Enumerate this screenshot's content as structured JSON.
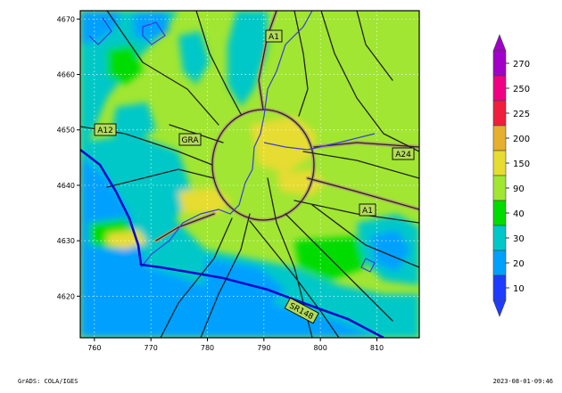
{
  "map": {
    "x_ticks": [
      "760",
      "770",
      "780",
      "790",
      "800",
      "810"
    ],
    "x_values": [
      760,
      770,
      780,
      790,
      800,
      810
    ],
    "y_ticks": [
      "4670",
      "4660",
      "4650",
      "4640",
      "4630",
      "4620"
    ],
    "y_values": [
      4670,
      4660,
      4650,
      4640,
      4630,
      4620
    ],
    "x_range": [
      757.5,
      817.5
    ],
    "y_range": [
      4612.5,
      4671.5
    ],
    "grid": true,
    "road_labels": [
      "A1",
      "A12",
      "GRA",
      "A24",
      "A1",
      "SR148"
    ]
  },
  "legend": {
    "labels": [
      "270",
      "250",
      "225",
      "200",
      "150",
      "90",
      "40",
      "30",
      "20",
      "10"
    ],
    "colors": [
      "#a000c8",
      "#f00082",
      "#f01e3c",
      "#e6af2d",
      "#e6dc32",
      "#a0e632",
      "#00dc00",
      "#00c8c8",
      "#00a0ff",
      "#1e3cff"
    ],
    "tip_top_color": "#a000c8",
    "tip_bottom_color": "#1e3cff"
  },
  "footer": {
    "left": "GrADS: COLA/IGES",
    "right": "2023-08-01-09:46"
  }
}
